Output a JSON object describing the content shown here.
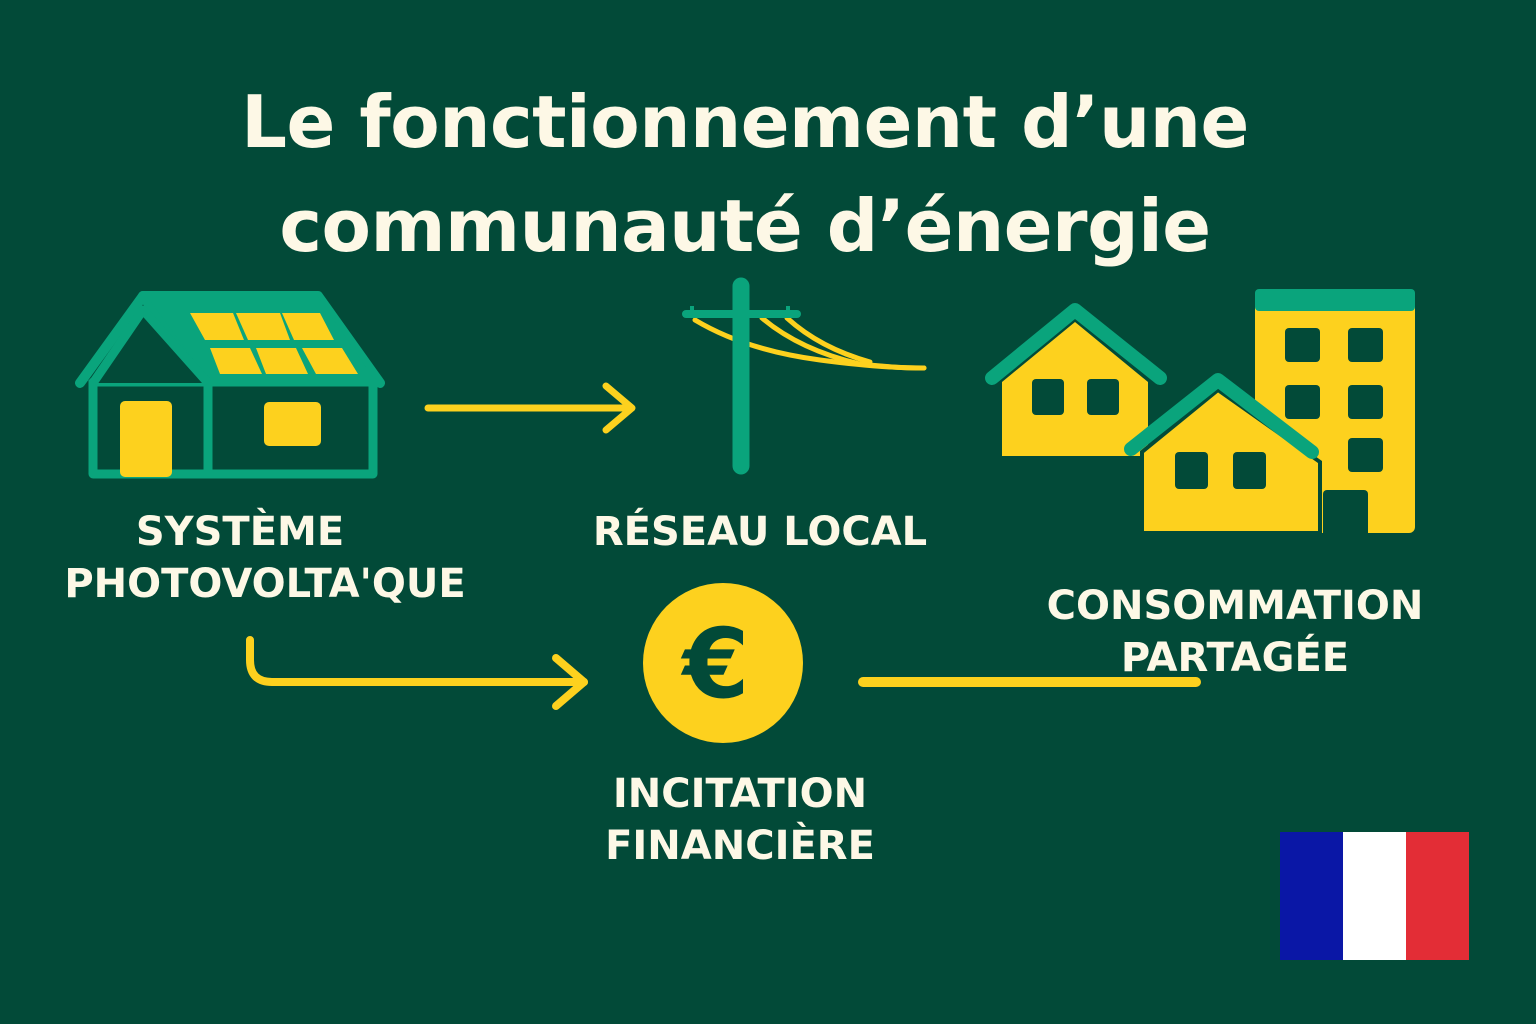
{
  "title": {
    "line1": "Le fonctionnement d’une",
    "line2": "communauté d’énergie"
  },
  "nodes": [
    {
      "id": "pv",
      "icon": "solar-house-icon",
      "label_line1": "SYSTÈME",
      "label_line2": "PHOTOVOLTA'QUE"
    },
    {
      "id": "grid",
      "icon": "power-pole-icon",
      "label_line1": "RÉSEAU LOCAL"
    },
    {
      "id": "consumption",
      "icon": "buildings-icon",
      "label_line1": "CONSOMMATION",
      "label_line2": "PARTAGÉE"
    },
    {
      "id": "incentive",
      "icon": "euro-coin-icon",
      "symbol": "€",
      "label_line1": "INCITATION",
      "label_line2": "FINANCIÈRE"
    }
  ],
  "edges": [
    {
      "from": "pv",
      "to": "grid",
      "type": "arrow"
    },
    {
      "from": "pv",
      "to": "incentive",
      "type": "arrow"
    },
    {
      "from": "incentive",
      "to": "consumption",
      "type": "line"
    }
  ],
  "flag": {
    "name": "france-flag-icon",
    "colors": [
      "#0a17a6",
      "#ffffff",
      "#e32d36"
    ]
  },
  "colors": {
    "background": "#024a38",
    "teal": "#0aa47c",
    "yellow": "#fdd11e",
    "text": "#fdf8e6"
  }
}
